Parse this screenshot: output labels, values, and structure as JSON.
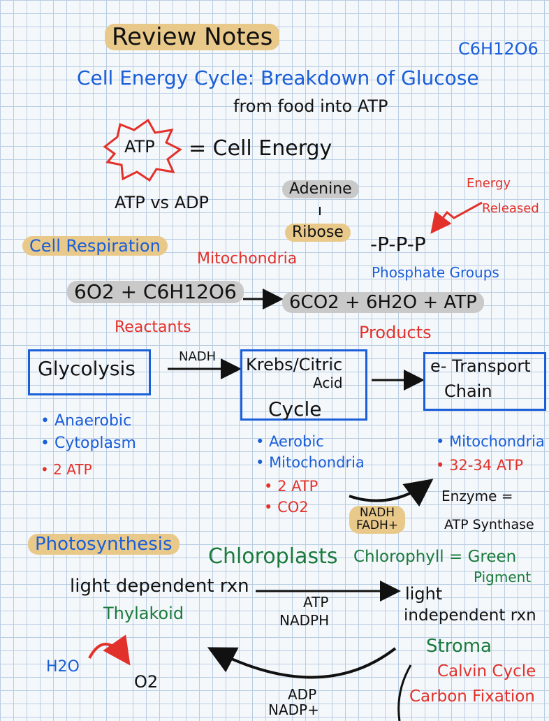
{
  "title": "Review Notes",
  "glucose_formula": "C6H12O6",
  "heading": "Cell Energy Cycle: Breakdown of Glucose",
  "heading_line2": "from food into ATP",
  "atp_badge": "ATP",
  "equals_cell_energy": "= Cell Energy",
  "atp_vs_adp": "ATP vs ADP",
  "adenine": "Adenine",
  "energy_released": [
    "Energy",
    "Released"
  ],
  "ribose": "Ribose",
  "phosphates": "-P-P-P",
  "phosphate_groups": "Phosphate Groups",
  "cell_respiration": {
    "label": "Cell Respiration",
    "location": "Mitochondria",
    "equation_left": "6O2 + C6H12O6",
    "equation_right": "6CO2 + 6H2O + ATP",
    "reactants": "Reactants",
    "products": "Products"
  },
  "stages": {
    "glycolysis": {
      "name": "Glycolysis",
      "bullets": [
        "Anaerobic",
        "Cytoplasm"
      ],
      "atp": "2 ATP"
    },
    "nadh_label": "NADH",
    "krebs": {
      "name_line1": "Krebs/Citric",
      "name_line2": "Acid",
      "name_line3": "Cycle",
      "bullets": [
        "Aerobic",
        "Mitochondria"
      ],
      "red_bullets": [
        "2 ATP",
        "CO2"
      ]
    },
    "etc": {
      "name_line1": "e- Transport",
      "name_line2": "Chain",
      "bullet": "Mitochondria",
      "atp": "32-34 ATP"
    },
    "carriers": [
      "NADH",
      "FADH+"
    ],
    "enzyme": "Enzyme =",
    "atp_synthase": "ATP Synthase"
  },
  "photosynthesis": {
    "label": "Photosynthesis",
    "chloroplasts": "Chloroplasts",
    "chlorophyll": "Chlorophyll = Green",
    "pigment": "Pigment",
    "light_dependent": "light dependent rxn",
    "thylakoid": "Thylakoid",
    "atp": "ATP",
    "nadph": "NADPH",
    "light": "light",
    "independent": "independent rxn",
    "stroma": "Stroma",
    "calvin": "Calvin Cycle",
    "carbon_fixation": "Carbon Fixation",
    "h2o": "H2O",
    "o2": "O2",
    "adp": "ADP",
    "nadp": "NADP+"
  }
}
